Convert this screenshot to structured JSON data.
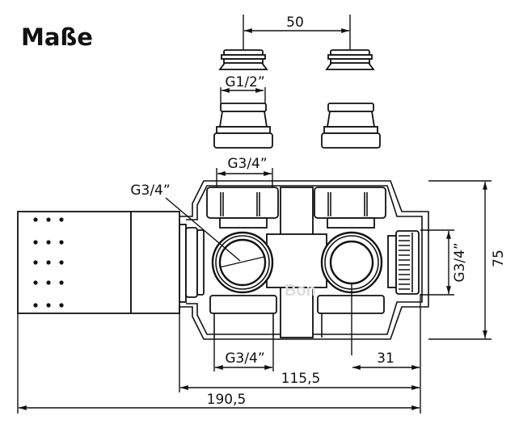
{
  "title": "Maße",
  "dimensions": {
    "top_spacing": "50",
    "upper_thread": "G1/2”",
    "lower_thread_top": "G3/4”",
    "side_thread_left": "G3/4”",
    "side_thread_right": "G3/4”",
    "height": "75",
    "bottom_thread": "G3/4”",
    "offset": "31",
    "body_width": "115,5",
    "total_width": "190,5"
  },
  "watermark": "Bon"
}
